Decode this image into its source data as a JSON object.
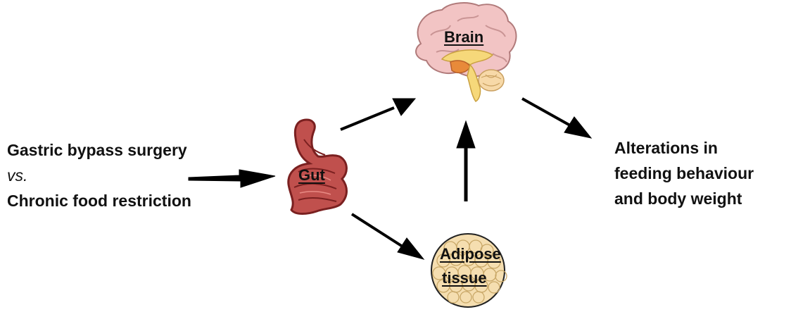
{
  "input": {
    "line1": "Gastric bypass surgery",
    "line2": "vs.",
    "line3": "Chronic food restriction"
  },
  "nodes": {
    "gut": "Gut",
    "brain": "Brain",
    "adipose_line1": "Adipose",
    "adipose_line2": "tissue"
  },
  "output": {
    "line1": "Alterations in",
    "line2": "feeding behaviour",
    "line3": "and body weight"
  },
  "colors": {
    "arrow": "#000000",
    "gut_fill": "#c0504d",
    "gut_dark": "#7a2020",
    "brain_cortex": "#f2c4c4",
    "brain_inner": "#f6d87a",
    "brain_orange": "#e88a3a",
    "adipose_fill": "#f5deb0"
  },
  "icons": [
    "gut-icon",
    "brain-icon",
    "adipose-tissue-icon"
  ]
}
